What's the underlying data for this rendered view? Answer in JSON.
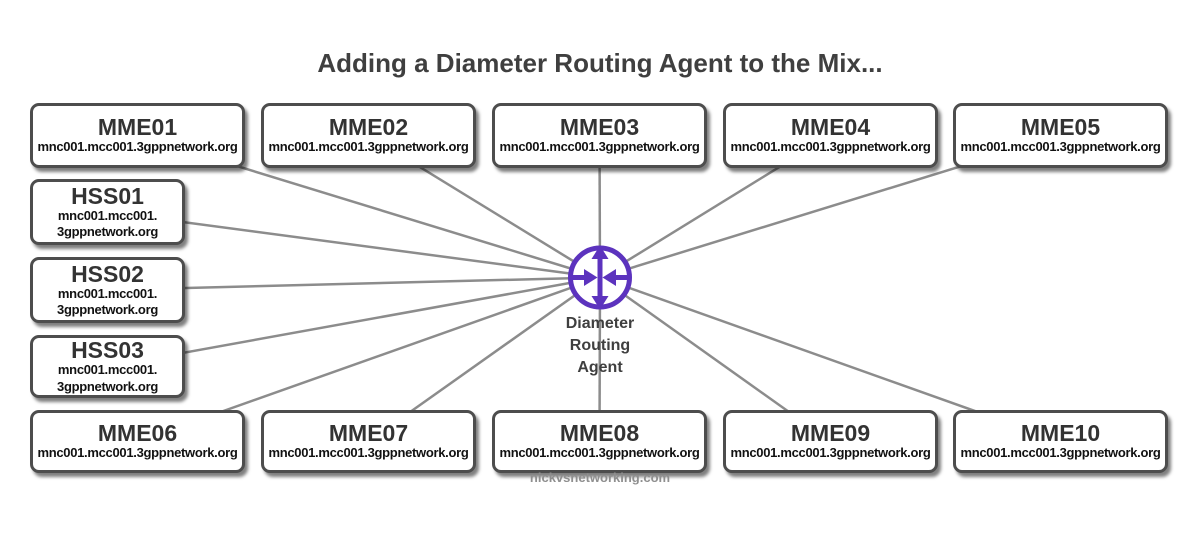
{
  "title": "Adding a Diameter Routing Agent to the Mix...",
  "watermark": "nickvsnetworking.com",
  "colors": {
    "accent": "#5C33BE",
    "connector": "#8C8C8C",
    "box_border": "#4D4D4D",
    "text_dark": "#3F3F3F",
    "watermark": "#8F8F8F"
  },
  "dra": {
    "icon": "diameter-routing-agent-icon",
    "label_lines": [
      "Diameter",
      "Routing",
      "Agent"
    ]
  },
  "boxes": {
    "top": [
      {
        "id": "mme01",
        "name": "MME01",
        "domain": "mnc001.mcc001.3gppnetwork.org"
      },
      {
        "id": "mme02",
        "name": "MME02",
        "domain": "mnc001.mcc001.3gppnetwork.org"
      },
      {
        "id": "mme03",
        "name": "MME03",
        "domain": "mnc001.mcc001.3gppnetwork.org"
      },
      {
        "id": "mme04",
        "name": "MME04",
        "domain": "mnc001.mcc001.3gppnetwork.org"
      },
      {
        "id": "mme05",
        "name": "MME05",
        "domain": "mnc001.mcc001.3gppnetwork.org"
      }
    ],
    "left": [
      {
        "id": "hss01",
        "name": "HSS01",
        "domain_top": "mnc001.mcc001.",
        "domain_bottom": "3gppnetwork.org"
      },
      {
        "id": "hss02",
        "name": "HSS02",
        "domain_top": "mnc001.mcc001.",
        "domain_bottom": "3gppnetwork.org"
      },
      {
        "id": "hss03",
        "name": "HSS03",
        "domain_top": "mnc001.mcc001.",
        "domain_bottom": "3gppnetwork.org"
      }
    ],
    "bottom": [
      {
        "id": "mme06",
        "name": "MME06",
        "domain": "mnc001.mcc001.3gppnetwork.org"
      },
      {
        "id": "mme07",
        "name": "MME07",
        "domain": "mnc001.mcc001.3gppnetwork.org"
      },
      {
        "id": "mme08",
        "name": "MME08",
        "domain": "mnc001.mcc001.3gppnetwork.org"
      },
      {
        "id": "mme09",
        "name": "MME09",
        "domain": "mnc001.mcc001.3gppnetwork.org"
      },
      {
        "id": "mme10",
        "name": "MME10",
        "domain": "mnc001.mcc001.3gppnetwork.org"
      }
    ]
  },
  "edges": [
    {
      "from": "mme01",
      "to": "dra"
    },
    {
      "from": "mme02",
      "to": "dra"
    },
    {
      "from": "mme03",
      "to": "dra"
    },
    {
      "from": "mme04",
      "to": "dra"
    },
    {
      "from": "mme05",
      "to": "dra"
    },
    {
      "from": "hss01",
      "to": "dra"
    },
    {
      "from": "hss02",
      "to": "dra"
    },
    {
      "from": "hss03",
      "to": "dra"
    },
    {
      "from": "mme06",
      "to": "dra"
    },
    {
      "from": "mme07",
      "to": "dra"
    },
    {
      "from": "mme08",
      "to": "dra"
    },
    {
      "from": "mme09",
      "to": "dra"
    },
    {
      "from": "mme10",
      "to": "dra"
    }
  ]
}
